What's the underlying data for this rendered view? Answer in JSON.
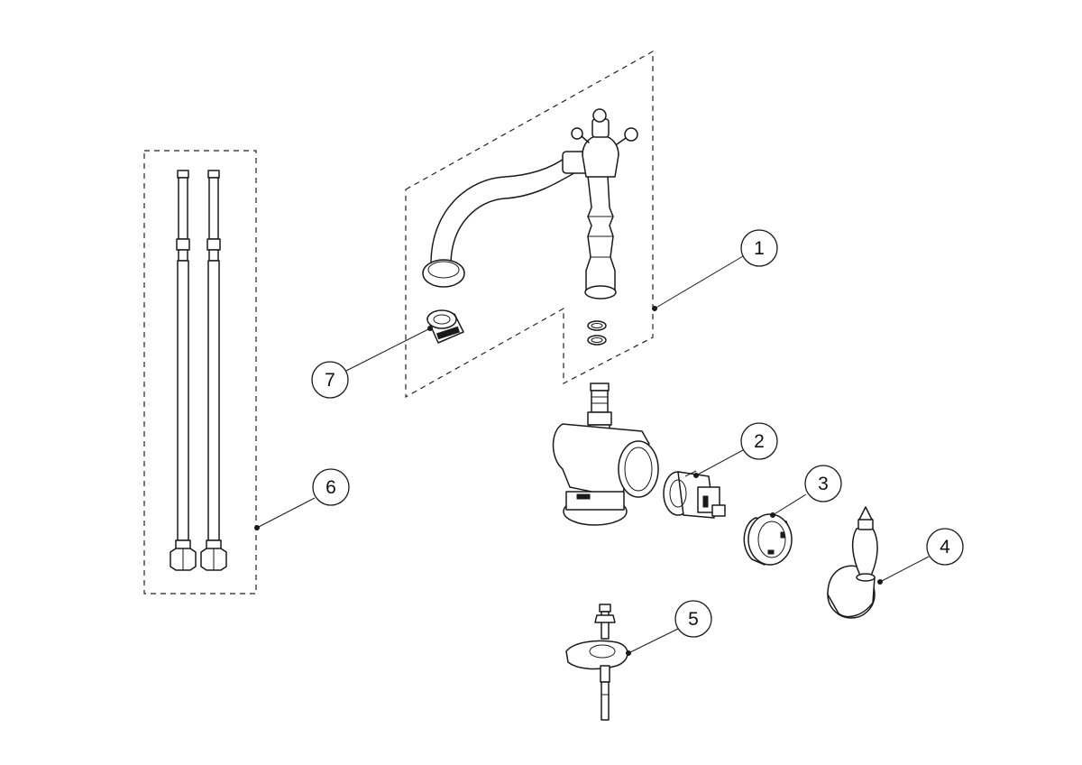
{
  "callouts": [
    {
      "number": "1",
      "part": "spout-and-body"
    },
    {
      "number": "2",
      "part": "cartridge"
    },
    {
      "number": "3",
      "part": "retaining-ring"
    },
    {
      "number": "4",
      "part": "lever-handle"
    },
    {
      "number": "5",
      "part": "mounting-kit"
    },
    {
      "number": "6",
      "part": "flexible-hoses"
    },
    {
      "number": "7",
      "part": "aerator"
    }
  ]
}
